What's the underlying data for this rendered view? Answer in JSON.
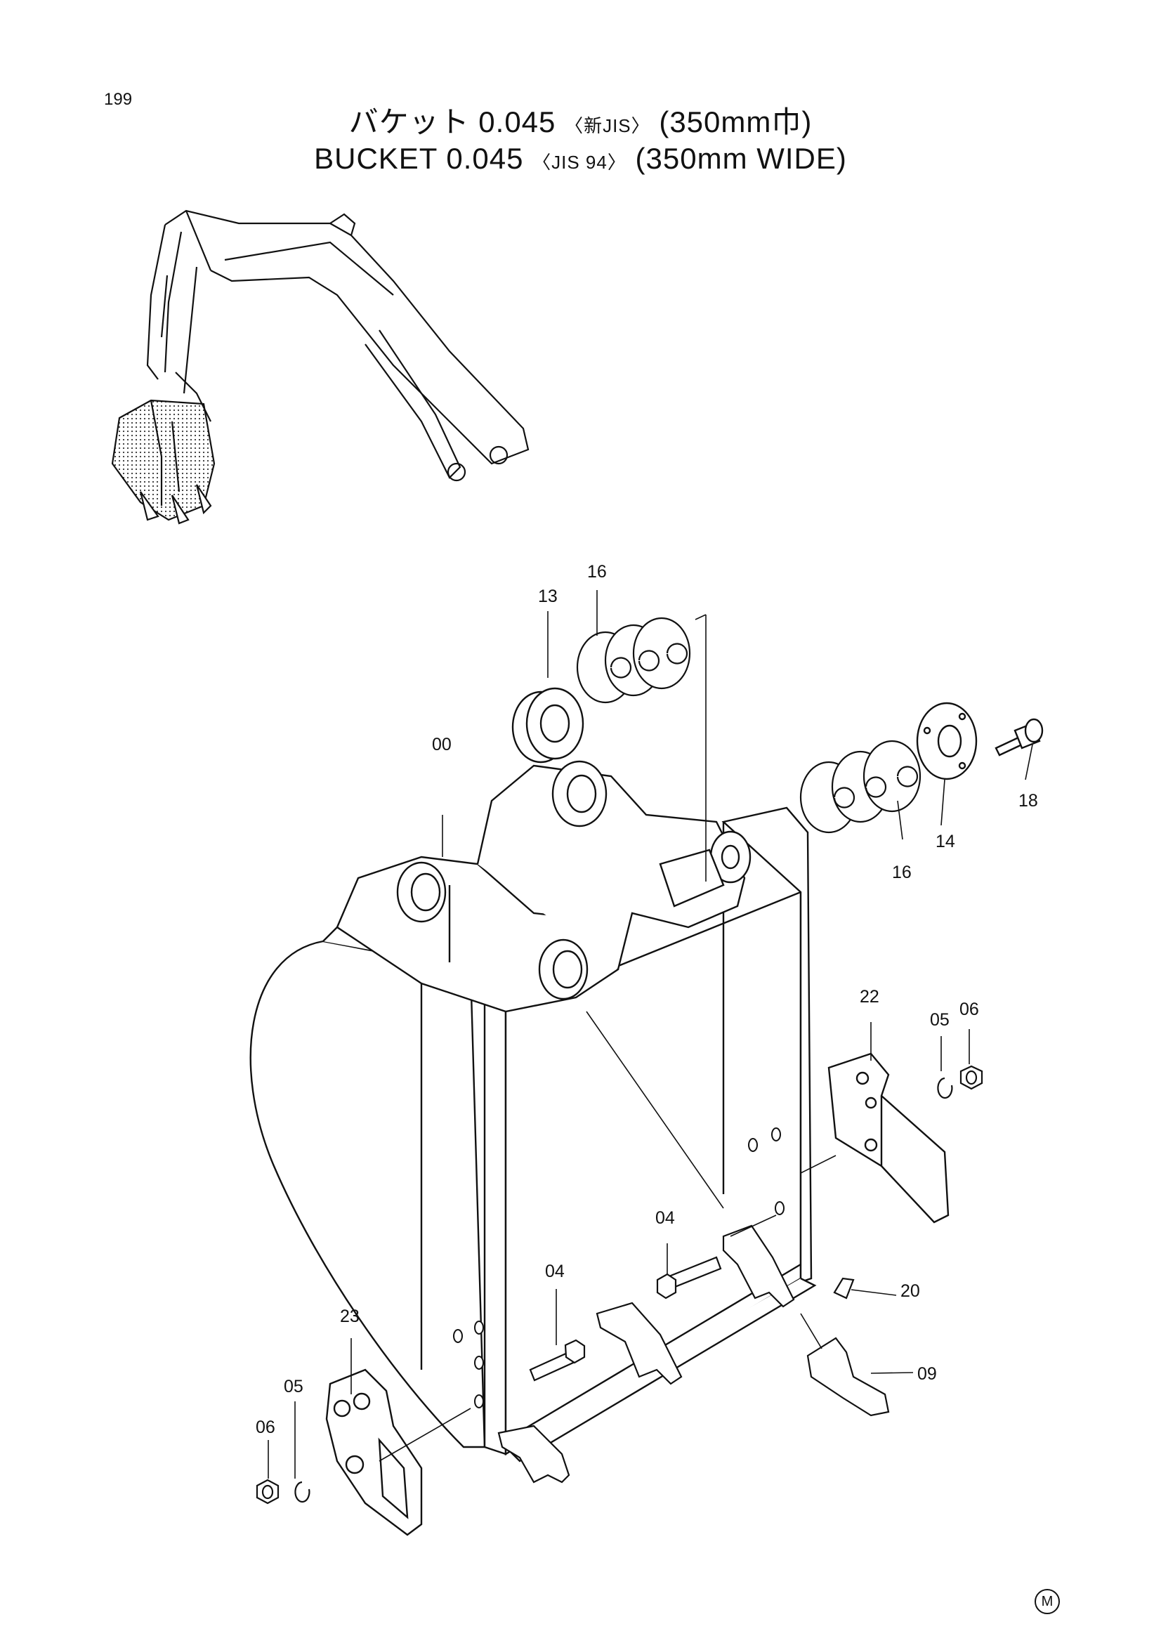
{
  "page_number": "199",
  "title": {
    "jp_main": "バケット 0.045",
    "jp_std": "〈新JIS〉",
    "jp_width": "(350mm巾)",
    "en_main": "BUCKET  0.045",
    "en_std": "〈JIS 94〉",
    "en_width": "(350mm  WIDE)"
  },
  "callouts": {
    "c00": "00",
    "c13": "13",
    "c16a": "16",
    "c16b": "16",
    "c14": "14",
    "c18": "18",
    "c22": "22",
    "c05a": "05",
    "c06a": "06",
    "c04a": "04",
    "c04b": "04",
    "c20": "20",
    "c09": "09",
    "c23": "23",
    "c05b": "05",
    "c06b": "06"
  },
  "corner_mark": "M"
}
